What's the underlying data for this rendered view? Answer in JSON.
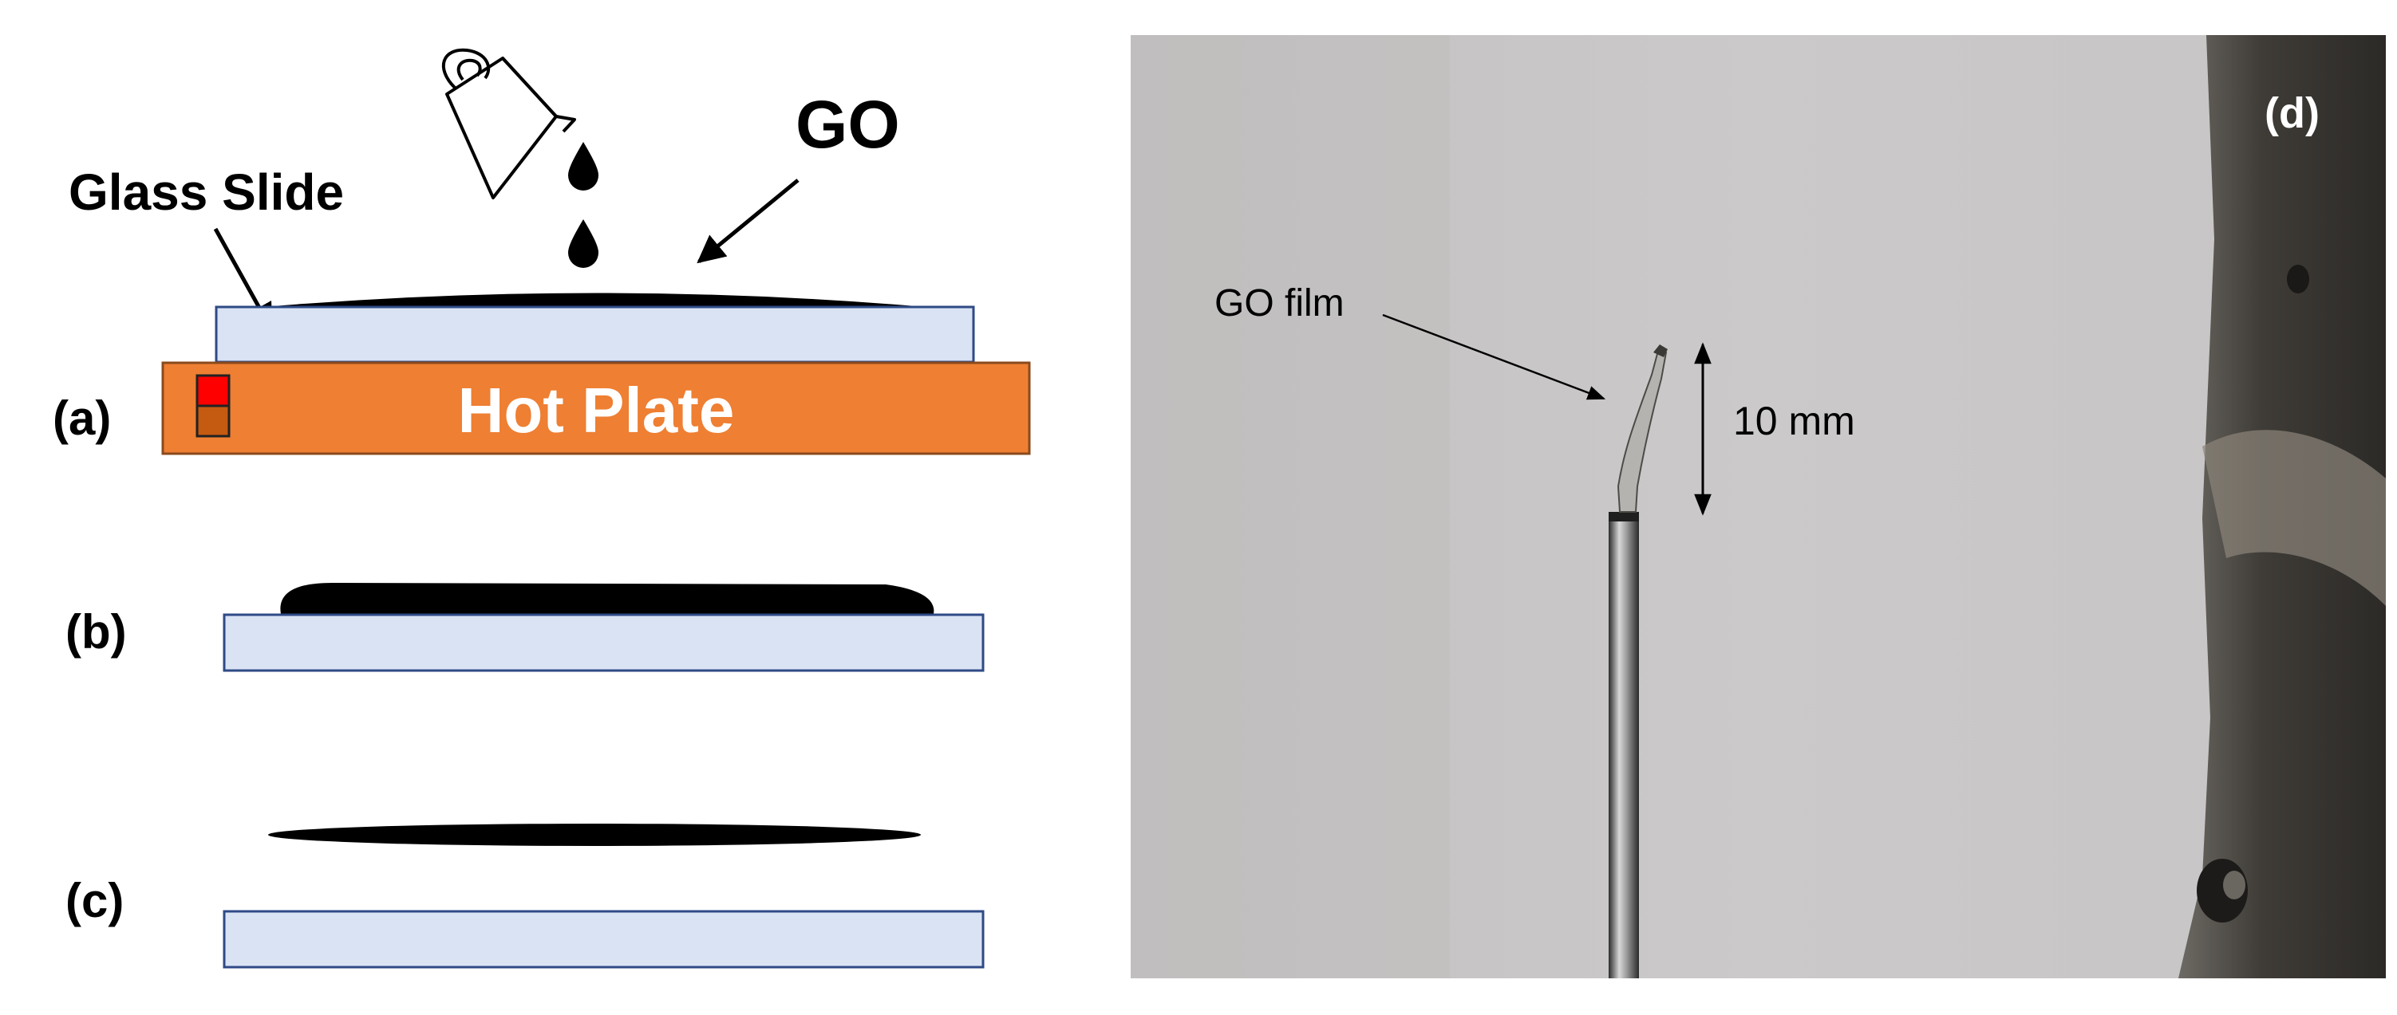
{
  "diagram": {
    "labels": {
      "go": "GO",
      "glass_slide": "Glass Slide",
      "hot_plate": "Hot Plate",
      "panel_a": "(a)",
      "panel_b": "(b)",
      "panel_c": "(c)"
    },
    "colors": {
      "glass": "#d9e3f4",
      "glass_border": "#2f4a86",
      "hot_plate": "#ee7f33",
      "hot_plate_border": "#8a4a1c",
      "indicator_top": "#ff0000",
      "indicator_bottom": "#c55a11",
      "film": "#000000"
    }
  },
  "photo": {
    "panel_label": "(d)",
    "film_label": "GO film",
    "scale_label": "10 mm",
    "colors": {
      "background": "#c8c6c6",
      "machine": "#4a4741"
    }
  }
}
